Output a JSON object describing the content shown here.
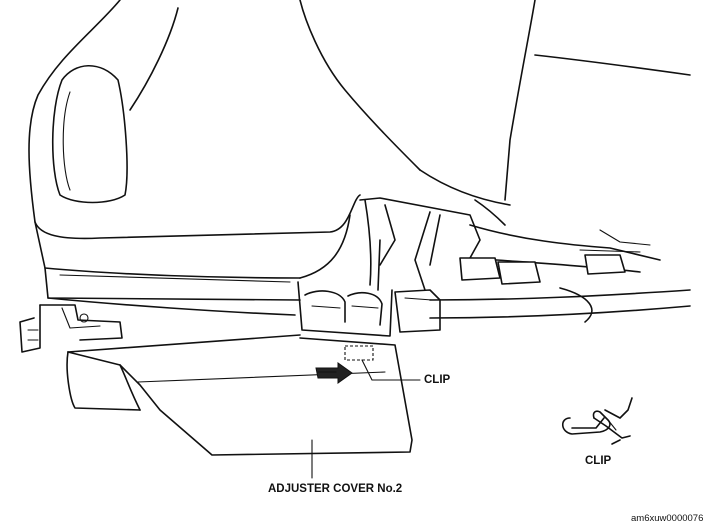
{
  "labels": {
    "clip_callout": "CLIP",
    "clip_detail": "CLIP",
    "adjuster_cover": "ADJUSTER COVER No.2"
  },
  "figure_code": "am6xuw0000076",
  "colors": {
    "line": "#111111",
    "background": "#ffffff",
    "arrow_fill": "#222222"
  }
}
